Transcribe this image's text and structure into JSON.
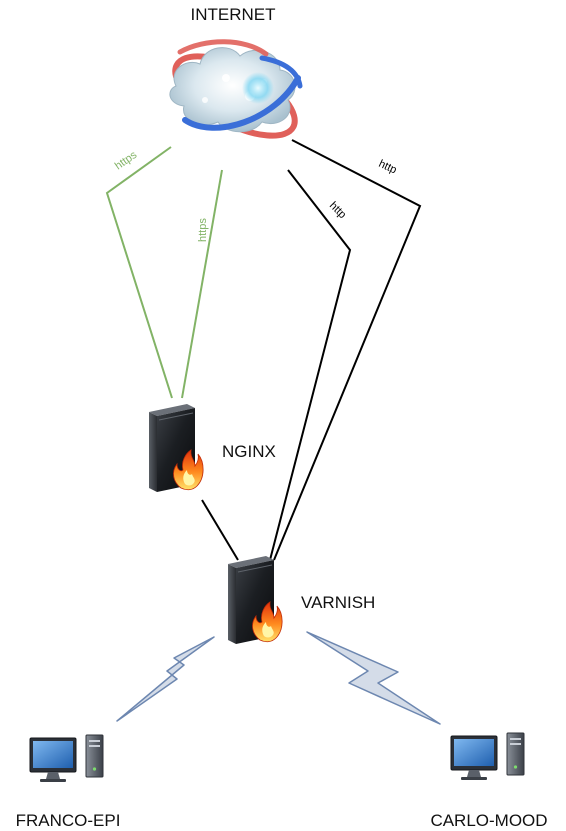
{
  "nodes": {
    "internet": {
      "label": "INTERNET",
      "icon": "cloud-internet-icon"
    },
    "nginx": {
      "label": "NGINX",
      "icon": "firewall-server-icon"
    },
    "varnish": {
      "label": "VARNISH",
      "icon": "firewall-server-icon"
    },
    "franco": {
      "label": "FRANCO-EPI",
      "icon": "desktop-computer-icon"
    },
    "carlo": {
      "label": "CARLO-MOOD",
      "icon": "desktop-computer-icon"
    }
  },
  "edges": {
    "https_1": {
      "label": "https",
      "color": "#82b366"
    },
    "https_2": {
      "label": "https",
      "color": "#82b366"
    },
    "http_1": {
      "label": "http",
      "color": "#000000"
    },
    "http_2": {
      "label": "http",
      "color": "#000000"
    },
    "nginx_varnish": {
      "label": ""
    },
    "varnish_franco": {
      "style": "lightning"
    },
    "varnish_carlo": {
      "style": "lightning"
    }
  },
  "colors": {
    "https_line": "#82b366",
    "http_line": "#000000",
    "lightning_fill": "#d4dce8",
    "lightning_stroke": "#6d87b0"
  }
}
